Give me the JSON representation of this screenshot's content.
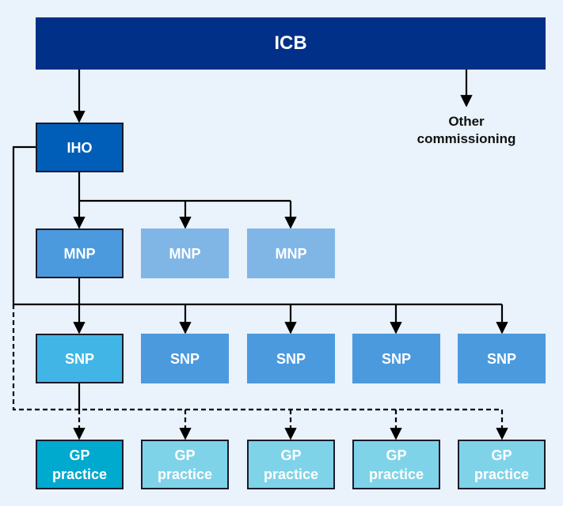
{
  "diagram": {
    "icb": {
      "label": "ICB",
      "color": "#003087"
    },
    "other_commissioning": {
      "line1": "Other",
      "line2": "commissioning"
    },
    "iho": {
      "label": "IHO",
      "color": "#005eb8"
    },
    "mnp": [
      {
        "label": "MNP",
        "color": "#4c9ade",
        "highlighted": true
      },
      {
        "label": "MNP",
        "color": "#7fb6e6",
        "highlighted": false
      },
      {
        "label": "MNP",
        "color": "#7fb6e6",
        "highlighted": false
      }
    ],
    "snp": [
      {
        "label": "SNP",
        "color": "#41b6e6",
        "highlighted": true
      },
      {
        "label": "SNP",
        "color": "#4c9ade",
        "highlighted": false
      },
      {
        "label": "SNP",
        "color": "#4c9ade",
        "highlighted": false
      },
      {
        "label": "SNP",
        "color": "#4c9ade",
        "highlighted": false
      },
      {
        "label": "SNP",
        "color": "#4c9ade",
        "highlighted": false
      }
    ],
    "gp": [
      {
        "line1": "GP",
        "line2": "practice",
        "color": "#00a9ce",
        "highlighted": true
      },
      {
        "line1": "GP",
        "line2": "practice",
        "color": "#7fd3e8",
        "highlighted": false
      },
      {
        "line1": "GP",
        "line2": "practice",
        "color": "#7fd3e8",
        "highlighted": false
      },
      {
        "line1": "GP",
        "line2": "practice",
        "color": "#7fd3e8",
        "highlighted": false
      },
      {
        "line1": "GP",
        "line2": "practice",
        "color": "#7fd3e8",
        "highlighted": false
      }
    ],
    "connections": [
      {
        "from": "ICB",
        "to": "IHO",
        "style": "solid"
      },
      {
        "from": "ICB",
        "to": "Other commissioning",
        "style": "solid"
      },
      {
        "from": "IHO",
        "to": "MNP (all)",
        "style": "solid"
      },
      {
        "from": "IHO",
        "to": "SNP (all)",
        "style": "solid"
      },
      {
        "from": "MNP 1",
        "to": "SNP 1",
        "style": "solid"
      },
      {
        "from": "SNP 1",
        "to": "GP practice 1",
        "style": "solid"
      },
      {
        "from": "IHO",
        "to": "GP practice (all)",
        "style": "dashed"
      }
    ],
    "line_color": "#000000"
  }
}
